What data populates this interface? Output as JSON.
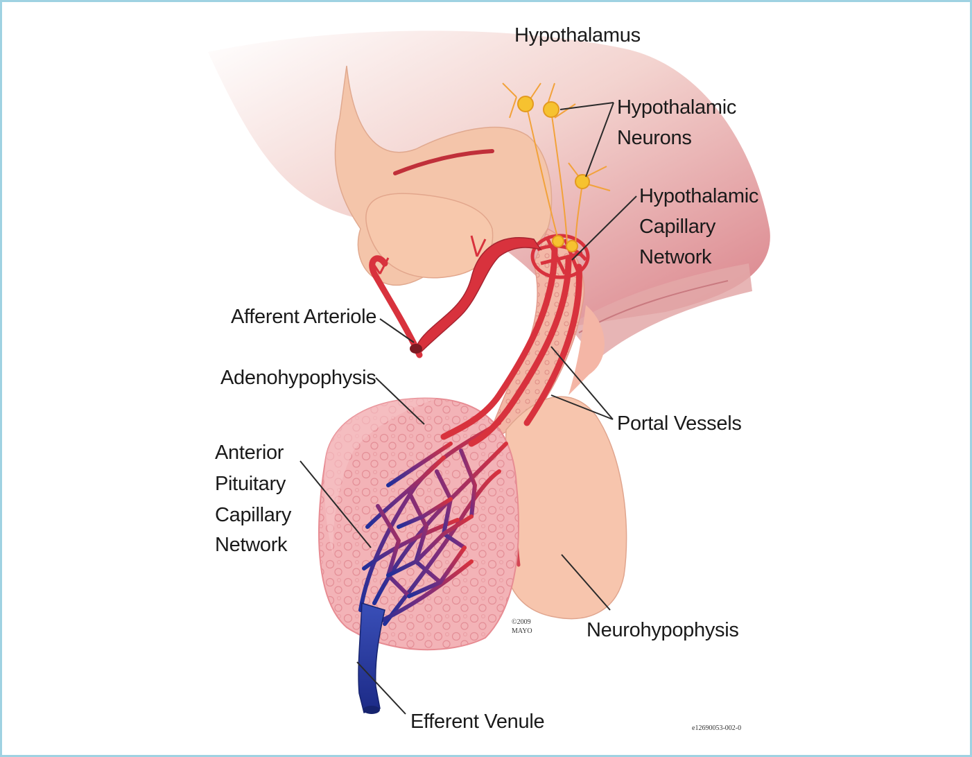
{
  "labels": {
    "hypothalamus": "Hypothalamus",
    "hypothalamic_neurons": [
      "Hypothalamic",
      "Neurons"
    ],
    "hypothalamic_capillary": [
      "Hypothalamic",
      "Capillary",
      "Network"
    ],
    "afferent_arteriole": "Afferent Arteriole",
    "adenohypophysis": "Adenohypophysis",
    "portal_vessels": "Portal Vessels",
    "anterior_pituitary": [
      "Anterior",
      "Pituitary",
      "Capillary",
      "Network"
    ],
    "neurohypophysis": "Neurohypophysis",
    "efferent_venule": "Efferent Venule"
  },
  "copyright": [
    "©2009",
    "MAYO"
  ],
  "figure_code": "e12690053-002-0",
  "colors": {
    "frame": "#9fd2e2",
    "hypothalamus_pink": "#f1c6c0",
    "tissue_skin": "#f6c9b1",
    "adeno": "#f0a7ad",
    "artery_red": "#d8323d",
    "vein_blue": "#2b3c9c",
    "neuron_yellow": "#f6c230"
  }
}
